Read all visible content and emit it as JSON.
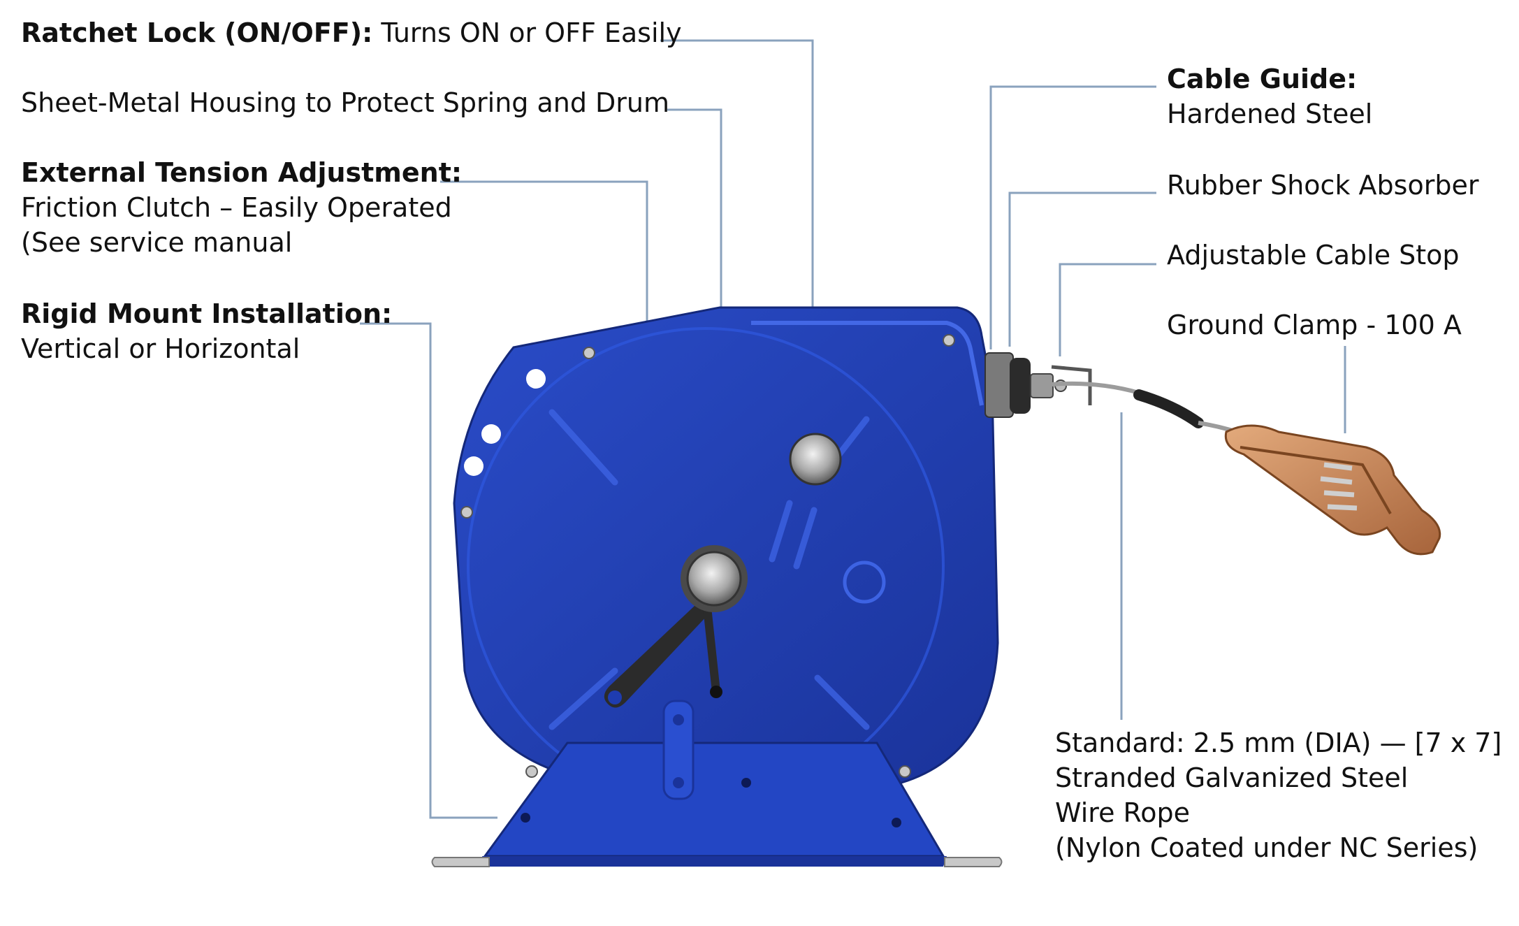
{
  "callouts": {
    "ratchet_lock": {
      "bold": "Ratchet Lock (ON/OFF):",
      "text": " Turns ON or OFF Easily"
    },
    "housing": {
      "text": "Sheet-Metal Housing to Protect Spring and Drum"
    },
    "tension": {
      "bold": "External Tension Adjustment:",
      "line2": "Friction Clutch – Easily Operated",
      "line3": "(See service manual"
    },
    "mount": {
      "bold": "Rigid Mount Installation:",
      "line2": "Vertical or Horizontal"
    },
    "cable_guide": {
      "bold": "Cable Guide:",
      "line2": "Hardened Steel"
    },
    "shock": {
      "text": "Rubber Shock Absorber"
    },
    "cable_stop": {
      "text": "Adjustable Cable Stop"
    },
    "ground_clamp": {
      "text": "Ground Clamp - 100 A"
    },
    "wire_rope": {
      "line1": "Standard: 2.5 mm (DIA) — [7 x 7]",
      "line2": "Stranded Galvanized Steel",
      "line3": "Wire Rope",
      "line4": "(Nylon Coated under NC Series)"
    }
  },
  "colors": {
    "reel_blue": "#1f3fb0",
    "reel_dark": "#14287a",
    "leader_line": "#8aa2bd",
    "clamp_copper": "#c98a5a"
  }
}
